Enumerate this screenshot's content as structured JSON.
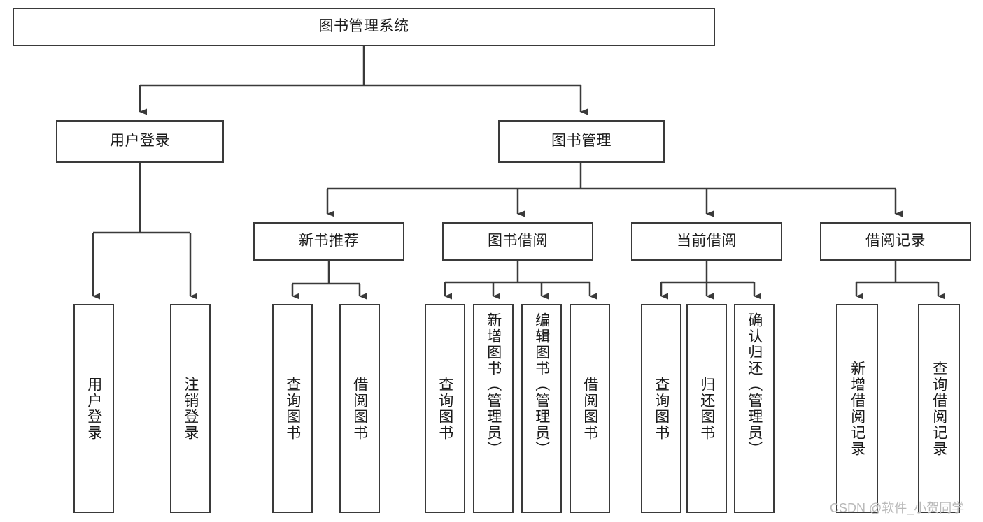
{
  "diagram": {
    "type": "tree",
    "title": "图书管理系统",
    "root": {
      "label": "图书管理系统"
    },
    "level1": [
      {
        "label": "用户登录"
      },
      {
        "label": "图书管理"
      }
    ],
    "level2": [
      {
        "label": "新书推荐"
      },
      {
        "label": "图书借阅"
      },
      {
        "label": "当前借阅"
      },
      {
        "label": "借阅记录"
      }
    ],
    "leaves": {
      "user_login": [
        {
          "label": "用户登录"
        },
        {
          "label": "注销登录"
        }
      ],
      "new_book_recommend": [
        {
          "label": "查询图书"
        },
        {
          "label": "借阅图书"
        }
      ],
      "book_borrow": [
        {
          "label": "查询图书"
        },
        {
          "label": "新增图书（管理员）"
        },
        {
          "label": "编辑图书（管理员）"
        },
        {
          "label": "借阅图书"
        }
      ],
      "current_borrow": [
        {
          "label": "查询图书"
        },
        {
          "label": "归还图书"
        },
        {
          "label": "确认归还（管理员）"
        }
      ],
      "borrow_record": [
        {
          "label": "新增借阅记录"
        },
        {
          "label": "查询借阅记录"
        }
      ]
    }
  },
  "watermark": {
    "text": "CSDN @软件_小贺同学"
  },
  "colors": {
    "background": "#ffffff",
    "box_border": "#3a3a3a",
    "connector": "#3a3a3a",
    "text": "#1a1a1a",
    "watermark": "#b9b9b9"
  }
}
